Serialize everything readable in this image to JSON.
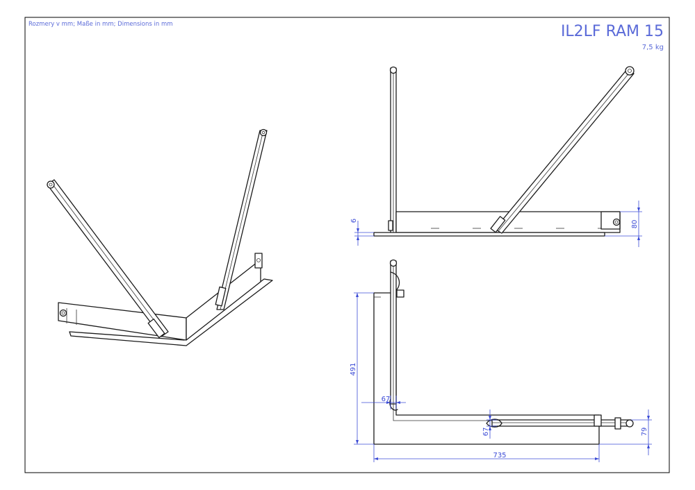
{
  "sheet": {
    "note": "Rozmery v mm; Maße in mm; Dimensions in mm",
    "title": "IL2LF RAM 15",
    "weight": "7,5 kg"
  },
  "dimensions": {
    "side_thickness": "6",
    "side_height": "80",
    "top_height": "491",
    "top_offset_vertical": "67",
    "top_offset_horizontal": "67",
    "top_right_height": "79",
    "top_width": "735"
  },
  "colors": {
    "line": "#1a1a1a",
    "dimension": "#3b4bd6",
    "header_text": "#5a6ad8"
  }
}
